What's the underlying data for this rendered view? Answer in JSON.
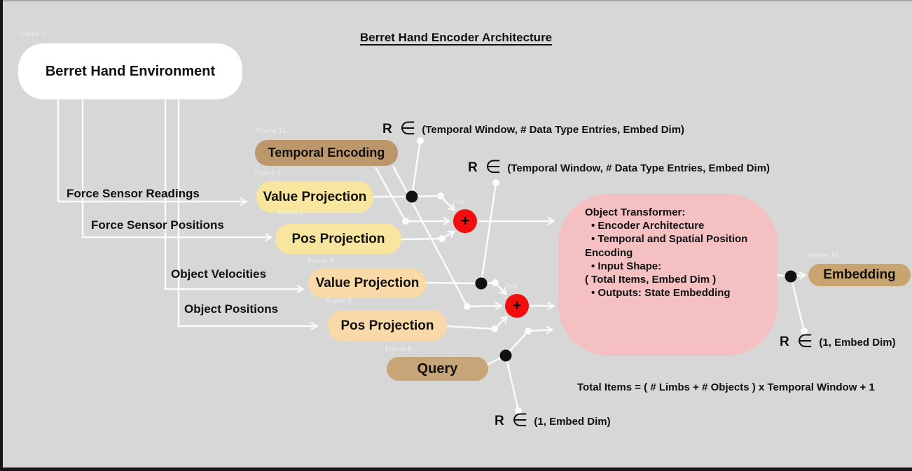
{
  "title": "Berret Hand Encoder Architecture",
  "nodes": {
    "environment": "Berret Hand Environment",
    "temporal_encoding": "Temporal Encoding",
    "force_value_projection": "Value Projection",
    "force_pos_projection": "Pos Projection",
    "object_value_projection": "Value Projection",
    "object_pos_projection": "Pos Projection",
    "query": "Query",
    "embedding": "Embedding",
    "sum_symbol": "+"
  },
  "input_labels": {
    "force_sensor_readings": "Force Sensor Readings",
    "force_sensor_positions": "Force Sensor Positions",
    "object_velocities": "Object Velocities",
    "object_positions": "Object Positions"
  },
  "transformer": {
    "lines": [
      {
        "text": "Object Transformer:"
      },
      {
        "text": "•  Encoder Architecture"
      },
      {
        "text": "•  Temporal and Spatial Position"
      },
      {
        "text": "Encoding"
      },
      {
        "text": "•  Input Shape:"
      },
      {
        "text": "(  Total Items, Embed Dim )"
      },
      {
        "text": "•  Outputs: State Embedding"
      }
    ]
  },
  "annotations": {
    "set_symbol": "R",
    "element_of": "∈",
    "force_shape": "(Temporal Window, # Data Type Entries,  Embed Dim)",
    "object_shape": "(Temporal Window, # Data Type Entries,  Embed Dim)",
    "embedding_shape": "(1, Embed Dim)",
    "query_shape": "(1, Embed Dim)",
    "total_items_formula": "Total Items = ( # Limbs + # Objects ) x Temporal Window + 1"
  },
  "frame_labels": {
    "f1": "Frame 1",
    "f2": "Frame 2",
    "f3": "Frame 3",
    "f4": "Frame 4",
    "f5": "Frame 5",
    "f7": "Fra...",
    "f8": "Fra...",
    "f9": "Frame 9",
    "f10": "Frame 10",
    "f11": "Frame 11"
  },
  "colors": {
    "background": "#d7d7d7",
    "environment_fill": "#ffffff",
    "temporal_fill": "#bc976b",
    "query_fill": "#c8a578",
    "embedding_fill": "#c8a471",
    "force_projection_fill": "#f8e59e",
    "object_projection_fill": "#f8d9a7",
    "transformer_fill": "#f4c0c2",
    "sum_fill": "#f10e0e",
    "wire": "#fbfbfb"
  }
}
